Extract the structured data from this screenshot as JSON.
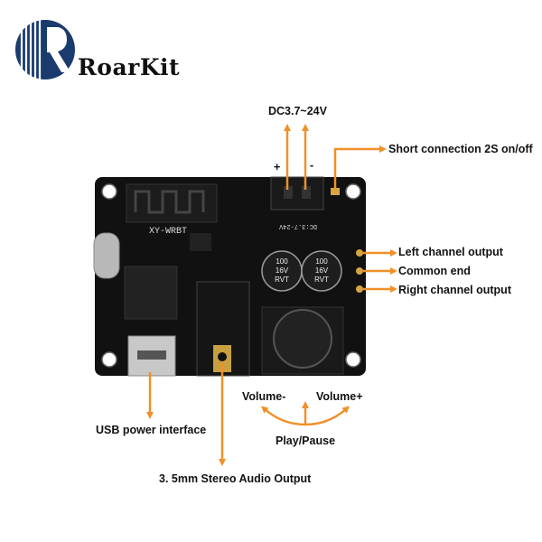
{
  "brand": {
    "name": "RoarKit"
  },
  "labels": {
    "power": "DC3.7~24V",
    "plus": "+",
    "minus": "-",
    "short_connection": "Short connection 2S on/off",
    "left_channel": "Left channel output",
    "common_end": "Common end",
    "right_channel": "Right channel output",
    "volume_minus": "Volume-",
    "volume_plus": "Volume+",
    "play_pause": "Play/Pause",
    "usb": "USB power interface",
    "audio_out": "3. 5mm Stereo Audio Output"
  },
  "board": {
    "model": "XY-WRBT",
    "voltage_silk": "DC:3.7-24V",
    "cap_left": [
      "100",
      "16V",
      "RVT"
    ],
    "cap_right": [
      "100",
      "16V",
      "RVT"
    ]
  },
  "colors": {
    "arrow": "#f0902a",
    "board": "#111111",
    "logo": "#1a3b6e"
  }
}
